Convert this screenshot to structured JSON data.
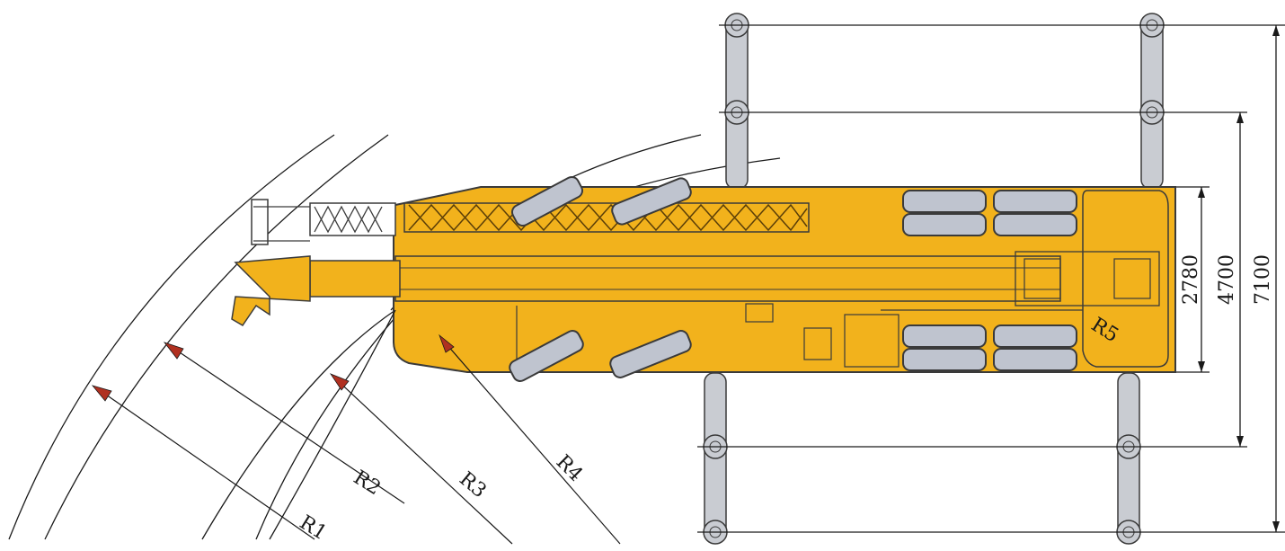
{
  "colors": {
    "body": "#f2b21c",
    "body_dark": "#c88a0c",
    "outline": "#3a3a3a",
    "outrigger": "#c9ccd2",
    "tire": "#bfc4cf",
    "line": "#1a1a1a",
    "arrow": "#b03020"
  },
  "dimensions": {
    "d1": "2780",
    "d2": "4700",
    "d3": "7100"
  },
  "radii": {
    "r1": "R1",
    "r2": "R2",
    "r3": "R3",
    "r4": "R4",
    "r5": "R5"
  }
}
